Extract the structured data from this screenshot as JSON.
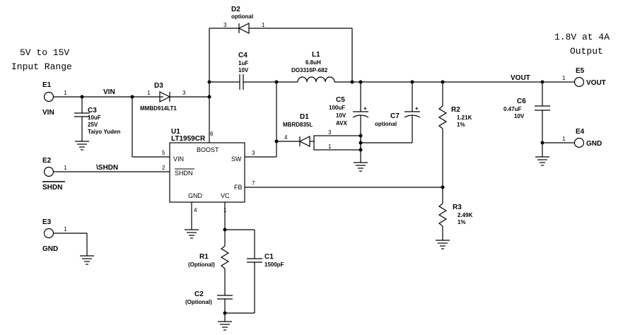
{
  "header": {
    "input_line1": "5V to 15V",
    "input_line2": "Input Range",
    "output_line1": "1.8V at 4A",
    "output_line2": "Output"
  },
  "terminals": {
    "e1": {
      "ref": "E1",
      "name": "VIN",
      "pin": "1"
    },
    "e2": {
      "ref": "E2",
      "name": "SHDN",
      "pin": "1"
    },
    "e3": {
      "ref": "E3",
      "name": "GND",
      "pin": "1"
    },
    "e4": {
      "ref": "E4",
      "name": "GND",
      "pin": "1"
    },
    "e5": {
      "ref": "E5",
      "name": "VOUT",
      "pin": "1"
    }
  },
  "nets": {
    "vin": "VIN",
    "shdn": "\\SHDN",
    "vout": "VOUT"
  },
  "ic": {
    "ref": "U1",
    "part": "LT1959CR",
    "pins": {
      "boost": "BOOST",
      "vin": "VIN",
      "shdn": "SHDN",
      "gnd": "GND",
      "vc": "VC",
      "sw": "SW",
      "fb": "FB"
    },
    "pin_numbers": {
      "boost": "6",
      "vin": "5",
      "shdn": "2",
      "gnd": "4",
      "vc": "1",
      "sw": "3",
      "fb": "7"
    }
  },
  "components": {
    "c1": {
      "ref": "C1",
      "value": "1500pF"
    },
    "c2": {
      "ref": "C2",
      "note": "(Optional)"
    },
    "c3": {
      "ref": "C3",
      "line1": "10uF",
      "line2": "25V",
      "line3": "Taiyo Yuden"
    },
    "c4": {
      "ref": "C4",
      "line1": "1uF",
      "line2": "10V"
    },
    "c5": {
      "ref": "C5",
      "line1": "100uF",
      "line2": "10V",
      "line3": "AVX"
    },
    "c6": {
      "ref": "C6",
      "line1": "0.47uF",
      "line2": "10V"
    },
    "c7": {
      "ref": "C7",
      "note": "optional"
    },
    "d1": {
      "ref": "D1",
      "part": "MBRD835L",
      "pin_a": "3",
      "pin_b": "1"
    },
    "d2": {
      "ref": "D2",
      "note": "optional",
      "pin_a": "3",
      "pin_b": "1"
    },
    "d3": {
      "ref": "D3",
      "part": "MMBD914LT1",
      "pin_a": "1",
      "pin_b": "3"
    },
    "l1": {
      "ref": "L1",
      "value": "6.8uH",
      "part": "DO3316P-682"
    },
    "r1": {
      "ref": "R1",
      "note": "(Optional)"
    },
    "r2": {
      "ref": "R2",
      "value": "1.21K",
      "tol": "1%"
    },
    "r3": {
      "ref": "R3",
      "value": "2.49K",
      "tol": "1%"
    }
  },
  "wire_pins": {
    "e5_pin": "1",
    "e4_pin": "1",
    "d1_pin4": "4"
  }
}
